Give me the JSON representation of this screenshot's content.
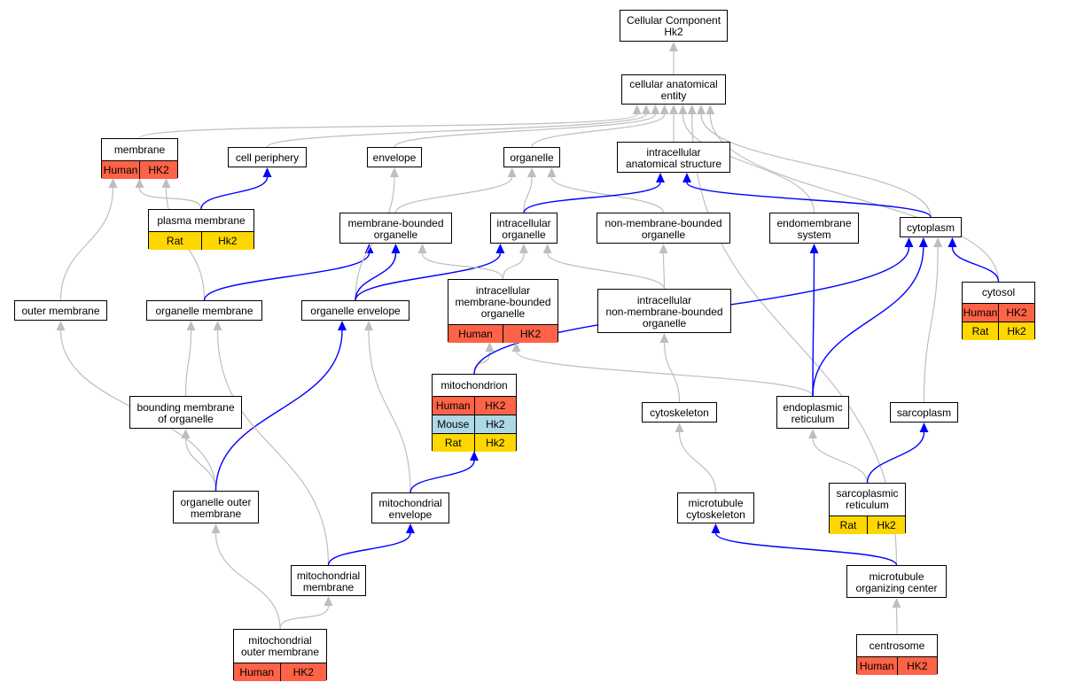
{
  "colors": {
    "human": "#ff6347",
    "mouse": "#add8e6",
    "rat": "#ffd700",
    "is_a_edge": "#bebebe",
    "part_of_edge": "#0000ff",
    "node_border": "#000000"
  },
  "nodes": [
    {
      "id": "root",
      "label": "Cellular Component\nHk2",
      "annotations": []
    },
    {
      "id": "cae",
      "label": "cellular anatomical\nentity",
      "annotations": []
    },
    {
      "id": "membrane",
      "label": "membrane",
      "annotations": [
        {
          "species": "Human",
          "gene": "HK2"
        }
      ]
    },
    {
      "id": "cellperiph",
      "label": "cell periphery",
      "annotations": []
    },
    {
      "id": "envelope",
      "label": "envelope",
      "annotations": []
    },
    {
      "id": "organelle",
      "label": "organelle",
      "annotations": []
    },
    {
      "id": "ias",
      "label": "intracellular\nanatomical structure",
      "annotations": []
    },
    {
      "id": "plasmamem",
      "label": "plasma membrane",
      "annotations": [
        {
          "species": "Rat",
          "gene": "Hk2"
        }
      ]
    },
    {
      "id": "mbo",
      "label": "membrane-bounded\norganelle",
      "annotations": []
    },
    {
      "id": "io",
      "label": "intracellular\norganelle",
      "annotations": []
    },
    {
      "id": "nmbo",
      "label": "non-membrane-bounded\norganelle",
      "annotations": []
    },
    {
      "id": "endomem",
      "label": "endomembrane\nsystem",
      "annotations": []
    },
    {
      "id": "cytoplasm",
      "label": "cytoplasm",
      "annotations": []
    },
    {
      "id": "outermem",
      "label": "outer membrane",
      "annotations": []
    },
    {
      "id": "orgmem",
      "label": "organelle membrane",
      "annotations": []
    },
    {
      "id": "orgenv",
      "label": "organelle envelope",
      "annotations": []
    },
    {
      "id": "imbo",
      "label": "intracellular\nmembrane-bounded\norganelle",
      "annotations": [
        {
          "species": "Human",
          "gene": "HK2"
        }
      ]
    },
    {
      "id": "inmbo",
      "label": "intracellular\nnon-membrane-bounded\norganelle",
      "annotations": []
    },
    {
      "id": "cytosol",
      "label": "cytosol",
      "annotations": [
        {
          "species": "Human",
          "gene": "HK2"
        },
        {
          "species": "Rat",
          "gene": "Hk2"
        }
      ]
    },
    {
      "id": "mito",
      "label": "mitochondrion",
      "annotations": [
        {
          "species": "Human",
          "gene": "HK2"
        },
        {
          "species": "Mouse",
          "gene": "Hk2"
        },
        {
          "species": "Rat",
          "gene": "Hk2"
        }
      ]
    },
    {
      "id": "bmo",
      "label": "bounding membrane\nof organelle",
      "annotations": []
    },
    {
      "id": "cytoskel",
      "label": "cytoskeleton",
      "annotations": []
    },
    {
      "id": "er",
      "label": "endoplasmic\nreticulum",
      "annotations": []
    },
    {
      "id": "sarcoplasm",
      "label": "sarcoplasm",
      "annotations": []
    },
    {
      "id": "oom",
      "label": "organelle outer\nmembrane",
      "annotations": []
    },
    {
      "id": "mitoenv",
      "label": "mitochondrial\nenvelope",
      "annotations": []
    },
    {
      "id": "mtcyto",
      "label": "microtubule\ncytoskeleton",
      "annotations": []
    },
    {
      "id": "sr",
      "label": "sarcoplasmic\nreticulum",
      "annotations": [
        {
          "species": "Rat",
          "gene": "Hk2"
        }
      ]
    },
    {
      "id": "mitomem",
      "label": "mitochondrial\nmembrane",
      "annotations": []
    },
    {
      "id": "mtoc",
      "label": "microtubule\norganizing center",
      "annotations": []
    },
    {
      "id": "mom",
      "label": "mitochondrial\nouter membrane",
      "annotations": [
        {
          "species": "Human",
          "gene": "HK2"
        }
      ]
    },
    {
      "id": "centrosome",
      "label": "centrosome",
      "annotations": [
        {
          "species": "Human",
          "gene": "HK2"
        }
      ]
    }
  ],
  "edges": [
    {
      "from": "cae",
      "to": "root",
      "type": "is_a"
    },
    {
      "from": "membrane",
      "to": "cae",
      "type": "is_a"
    },
    {
      "from": "cellperiph",
      "to": "cae",
      "type": "is_a"
    },
    {
      "from": "envelope",
      "to": "cae",
      "type": "is_a"
    },
    {
      "from": "organelle",
      "to": "cae",
      "type": "is_a"
    },
    {
      "from": "ias",
      "to": "cae",
      "type": "is_a"
    },
    {
      "from": "endomem",
      "to": "cae",
      "type": "is_a"
    },
    {
      "from": "cytoplasm",
      "to": "cae",
      "type": "is_a"
    },
    {
      "from": "cytosol",
      "to": "cae",
      "type": "is_a"
    },
    {
      "from": "mtoc",
      "to": "cae",
      "type": "is_a"
    },
    {
      "from": "plasmamem",
      "to": "membrane",
      "type": "is_a"
    },
    {
      "from": "plasmamem",
      "to": "cellperiph",
      "type": "part_of"
    },
    {
      "from": "mbo",
      "to": "organelle",
      "type": "is_a"
    },
    {
      "from": "io",
      "to": "organelle",
      "type": "is_a"
    },
    {
      "from": "nmbo",
      "to": "organelle",
      "type": "is_a"
    },
    {
      "from": "io",
      "to": "ias",
      "type": "part_of"
    },
    {
      "from": "cytoplasm",
      "to": "ias",
      "type": "part_of"
    },
    {
      "from": "outermem",
      "to": "membrane",
      "type": "is_a"
    },
    {
      "from": "orgmem",
      "to": "membrane",
      "type": "is_a"
    },
    {
      "from": "orgmem",
      "to": "mbo",
      "type": "part_of"
    },
    {
      "from": "orgenv",
      "to": "envelope",
      "type": "is_a"
    },
    {
      "from": "orgenv",
      "to": "mbo",
      "type": "part_of"
    },
    {
      "from": "orgenv",
      "to": "io",
      "type": "part_of"
    },
    {
      "from": "imbo",
      "to": "mbo",
      "type": "is_a"
    },
    {
      "from": "imbo",
      "to": "io",
      "type": "is_a"
    },
    {
      "from": "inmbo",
      "to": "io",
      "type": "is_a"
    },
    {
      "from": "inmbo",
      "to": "nmbo",
      "type": "is_a"
    },
    {
      "from": "cytosol",
      "to": "cytoplasm",
      "type": "part_of"
    },
    {
      "from": "mito",
      "to": "imbo",
      "type": "is_a"
    },
    {
      "from": "mito",
      "to": "cytoplasm",
      "type": "part_of"
    },
    {
      "from": "bmo",
      "to": "orgmem",
      "type": "is_a"
    },
    {
      "from": "cytoskel",
      "to": "inmbo",
      "type": "is_a"
    },
    {
      "from": "er",
      "to": "imbo",
      "type": "is_a"
    },
    {
      "from": "er",
      "to": "endomem",
      "type": "part_of"
    },
    {
      "from": "er",
      "to": "cytoplasm",
      "type": "part_of"
    },
    {
      "from": "sarcoplasm",
      "to": "cytoplasm",
      "type": "is_a"
    },
    {
      "from": "oom",
      "to": "outermem",
      "type": "is_a"
    },
    {
      "from": "oom",
      "to": "bmo",
      "type": "is_a"
    },
    {
      "from": "oom",
      "to": "orgenv",
      "type": "part_of"
    },
    {
      "from": "mitoenv",
      "to": "orgenv",
      "type": "is_a"
    },
    {
      "from": "mitoenv",
      "to": "mito",
      "type": "part_of"
    },
    {
      "from": "mtcyto",
      "to": "cytoskel",
      "type": "is_a"
    },
    {
      "from": "sr",
      "to": "er",
      "type": "is_a"
    },
    {
      "from": "sr",
      "to": "sarcoplasm",
      "type": "part_of"
    },
    {
      "from": "mitomem",
      "to": "orgmem",
      "type": "is_a"
    },
    {
      "from": "mitomem",
      "to": "mitoenv",
      "type": "part_of"
    },
    {
      "from": "mtoc",
      "to": "mtcyto",
      "type": "part_of"
    },
    {
      "from": "mom",
      "to": "oom",
      "type": "is_a"
    },
    {
      "from": "mom",
      "to": "mitomem",
      "type": "is_a"
    },
    {
      "from": "centrosome",
      "to": "mtoc",
      "type": "is_a"
    }
  ]
}
